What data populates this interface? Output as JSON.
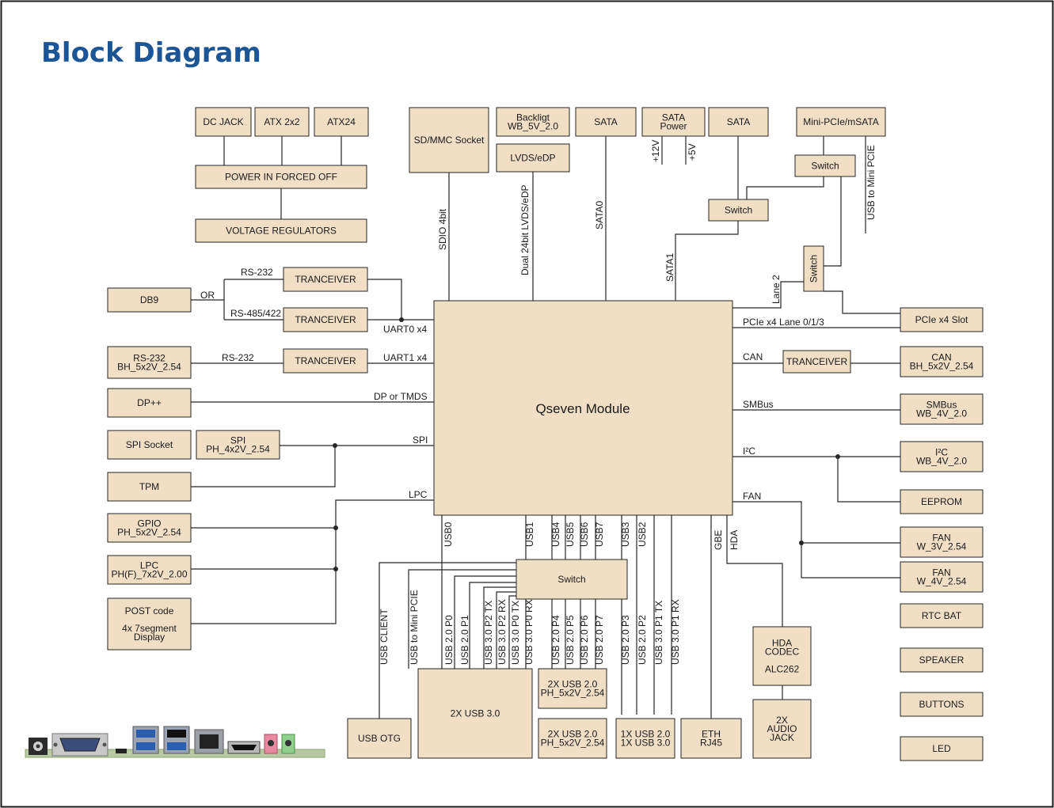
{
  "title": "Block Diagram",
  "center": {
    "name": "Qseven Module"
  },
  "boxes": {
    "dcjack": [
      "DC JACK"
    ],
    "atx2x2": [
      "ATX 2x2"
    ],
    "atx24": [
      "ATX24"
    ],
    "power": [
      "POWER IN FORCED OFF"
    ],
    "volt": [
      "VOLTAGE  REGULATORS"
    ],
    "sdmmc": [
      "SD/MMC Socket"
    ],
    "backlight": [
      "Backligt",
      "WB_5V_2.0"
    ],
    "lvds": [
      "LVDS/eDP"
    ],
    "sata1": [
      "SATA"
    ],
    "satapwr": [
      "SATA",
      "Power"
    ],
    "sata2": [
      "SATA"
    ],
    "minipcie": [
      "Mini-PCIe/mSATA"
    ],
    "switchA": [
      "Switch"
    ],
    "switchB": [
      "Switch"
    ],
    "switchC": [
      "Switch"
    ],
    "pcieslot": [
      "PCIe x4 Slot"
    ],
    "db9": [
      "DB9"
    ],
    "tranc1": [
      "TRANCEIVER"
    ],
    "tranc2": [
      "TRANCEIVER"
    ],
    "tranc3": [
      "TRANCEIVER"
    ],
    "rs232bh": [
      "RS-232",
      "BH_5x2V_2.54"
    ],
    "dppp": [
      "DP++"
    ],
    "spisock": [
      "SPI Socket"
    ],
    "spiph": [
      "SPI",
      "PH_4x2V_2.54"
    ],
    "tpm": [
      "TPM"
    ],
    "gpio": [
      "GPIO",
      "PH_5x2V_2.54"
    ],
    "lpc": [
      "LPC",
      "PH(F)_7x2V_2.00"
    ],
    "post": [
      "POST code",
      "",
      "4x 7segment",
      "Display"
    ],
    "canTr": [
      "TRANCEIVER"
    ],
    "can": [
      "CAN",
      "BH_5x2V_2.54"
    ],
    "smbus": [
      "SMBus",
      "WB_4V_2.0"
    ],
    "i2c": [
      "I²C",
      "WB_4V_2.0"
    ],
    "eeprom": [
      "EEPROM"
    ],
    "fan1": [
      "FAN",
      "W_3V_2.54"
    ],
    "fan2": [
      "FAN",
      "W_4V_2.54"
    ],
    "rtc": [
      "RTC BAT"
    ],
    "speaker": [
      "SPEAKER"
    ],
    "buttons": [
      "BUTTONS"
    ],
    "led": [
      "LED"
    ],
    "switchU": [
      "Switch"
    ],
    "usbotg": [
      "USB OTG"
    ],
    "usb30": [
      "2X USB 3.0"
    ],
    "usb20a": [
      "2X USB 2.0",
      "PH_5x2V_2.54"
    ],
    "usb20b": [
      "2X USB 2.0",
      "PH_5x2V_2.54"
    ],
    "usbmix": [
      "1X USB 2.0",
      "1X USB 3.0"
    ],
    "eth": [
      "ETH",
      "RJ45"
    ],
    "hdacodec": [
      "HDA",
      "CODEC",
      "",
      "ALC262"
    ],
    "audio": [
      "2X",
      "AUDIO",
      "JACK"
    ]
  },
  "labels": {
    "plus12v": "+12V",
    "plus5v": "+5V",
    "usbToMiniPcieTop": "USB to Mini PCIE",
    "sdio": "SDIO 4bit",
    "dualLvds": "Dual 24bit LVDS/eDP",
    "sata0": "SATA0",
    "sata1": "SATA1",
    "lane2": "Lane 2",
    "pcieLane": "PCIe x4 Lane 0/1/3",
    "rs232a": "RS-232",
    "or": "OR",
    "rs485": "RS-485/422",
    "uart0": "UART0 x4",
    "rs232b": "RS-232",
    "uart1": "UART1 x4",
    "dptmds": "DP or TMDS",
    "spi": "SPI",
    "lpc": "LPC",
    "can": "CAN",
    "smbus": "SMBus",
    "i2c": "I²C",
    "fan": "FAN",
    "usb0": "USB0",
    "usb1": "USB1",
    "usb4": "USB4",
    "usb5": "USB5",
    "usb6": "USB6",
    "usb7": "USB7",
    "usb3": "USB3",
    "usb2": "USB2",
    "gbe": "GBE",
    "hda": "HDA",
    "usbClient": "USB CLIENT",
    "usbToMiniPcieBot": "USB to Mini PCIE",
    "usb20p0": "USB 2.0 P0",
    "usb20p1": "USB 2.0 P1",
    "usb30p2tx": "USB 3.0 P2 TX",
    "usb30p2rx": "USB 3.0 P2 RX",
    "usb30p0tx": "USB 3.0 P0 TX",
    "usb30p0rx": "USB 3.0 P0 RX",
    "usb20p4": "USB 2.0 P4",
    "usb20p5": "USB 2.0 P5",
    "usb20p6": "USB 2.0 P6",
    "usb20p7": "USB 2.0 P7",
    "usb20p3": "USB 2.0 P3",
    "usb20p2": "USB 2.0 P2",
    "usb30p1tx": "USB 3.0 P1 TX",
    "usb30p1rx": "USB 3.0 P1 RX"
  },
  "colors": {
    "box_fill": "#f0dfc4",
    "title": "#1b5596",
    "board": "#b9c9a2"
  }
}
